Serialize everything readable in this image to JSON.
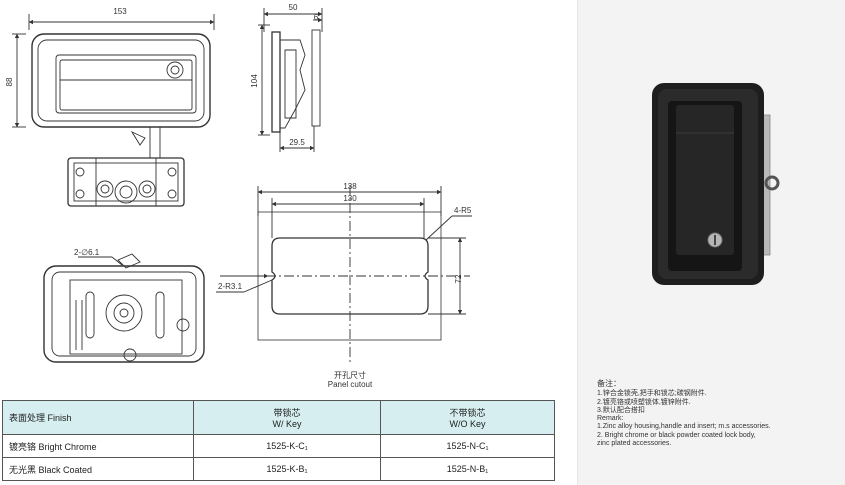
{
  "drawing": {
    "front": {
      "width": "153",
      "height": "88"
    },
    "side": {
      "depth": "50",
      "offset": "6",
      "height": "104",
      "base": "29.5"
    },
    "cutout": {
      "outer": "138",
      "inner": "130",
      "corner_radius": "4-R5",
      "height": "72",
      "notch_radius": "2-R3.1"
    },
    "back": {
      "hole": "2-∅6.1"
    }
  },
  "cutout_caption": {
    "cn": "开孔尺寸",
    "en": "Panel cutout"
  },
  "finish_table": {
    "header": {
      "finish": "表面处理 Finish",
      "with_key_cn": "带锁芯",
      "with_key_en": "W/ Key",
      "without_key_cn": "不带锁芯",
      "without_key_en": "W/O Key"
    },
    "rows": [
      {
        "finish": "镀亮铬 Bright Chrome",
        "with_key": "1525-K-C₁",
        "without_key": "1525-N-C₁"
      },
      {
        "finish": "无光黑 Black Coated",
        "with_key": "1525-K-B₁",
        "without_key": "1525-N-B₁"
      }
    ]
  },
  "notes": {
    "title": "备注：",
    "lines": [
      "1.锌合金锁壳,把手和锁芯;碳钢附件.",
      "2.镀亮铬或喷塑锁体,镀锌附件.",
      "3.默认配合搭扣"
    ],
    "remark_title": "Remark:",
    "remark_lines": [
      "1.Zinc alloy housing,handle and insert; m.s accessories.",
      "2. Bright chrome or black powder coated lock body,",
      "zinc plated accessories."
    ]
  }
}
